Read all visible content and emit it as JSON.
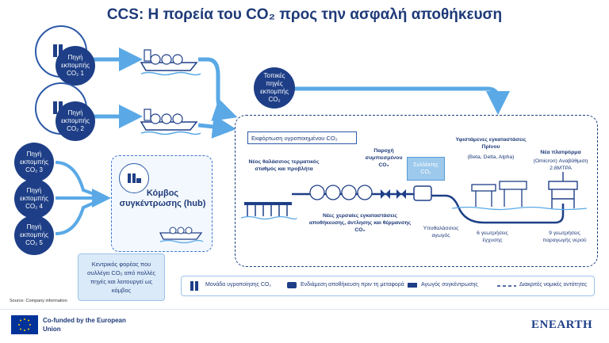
{
  "title": "CCS: Η πορεία του CO₂ προς την ασφαλή αποθήκευση",
  "sources": [
    {
      "label": "Πηγή εκπομπής CO₂ 1"
    },
    {
      "label": "Πηγή εκπομπής CO₂ 2"
    },
    {
      "label": "Πηγή εκπομπής CO₂ 3"
    },
    {
      "label": "Πηγή εκπομπής CO₂ 4"
    },
    {
      "label": "Πηγή εκπομπής CO₂ 5"
    }
  ],
  "local_sources": "Τοπικές πηγές εκπομπής CO₂",
  "hub": {
    "title": "Κόμβος συγκέντρωσης (hub)"
  },
  "note": "Κεντρικός φορέας που συλλέγει CO₂ από πολλές πηγές και λειτουργεί ως κόμβος",
  "export_label": "Εκφόρτωση υγροποιημένου CO₂",
  "terminal_label": "Νέος θαλάσσιος τερματικός σταθμός και προβλήτα",
  "compressed_supply": "Παροχή συμπιεσμένου CO₂",
  "collector": "Συλλέκτης CO₂",
  "storage_facilities": "Νέες χερσαίες εγκαταστάσεις αποθήκευσης, άντλησης και θέρμανσης CO₂",
  "subsea_pipeline": "Υποθαλάσσιος αγωγός",
  "existing_facilities": "Υφιστάμενες εγκαταστάσεις Πρίνου",
  "existing_sub": "(Beta, Delta, Alpha)",
  "injection_wells": "6 γεωτρήσεις έγχυσης",
  "new_platform": "Νέα πλατφόρμα",
  "new_platform_sub": "(Omicron) Αναβάθμιση 2.8MTPA",
  "production_wells": "9 γεωτρήσεις παραγωγής νερού",
  "legend": {
    "liquefaction": "Μονάδα υγροποίησης CO₂",
    "temp_storage": "Ενδιάμεση αποθήκευση πριν τη μεταφορά",
    "collector_pipe": "Αγωγός συγκέντρωσης",
    "boundary": "Διακριτές νομικές οντότητες"
  },
  "source_note": "Source: Company information",
  "eu_text": "Co-funded by the European Union",
  "logo": "ENEARTH",
  "colors": {
    "navy": "#1e3f87",
    "light_blue": "#5aa9e6",
    "dark_text": "#1e3a78"
  }
}
